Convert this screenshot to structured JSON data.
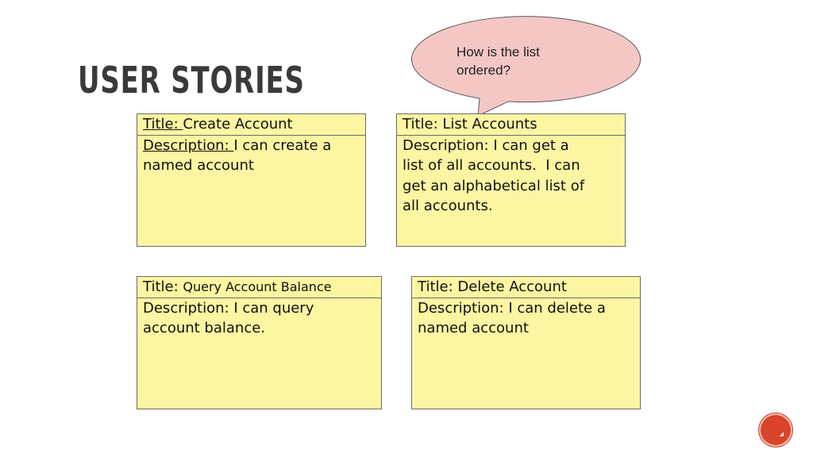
{
  "slide": {
    "title": "USER STORIES"
  },
  "callout": {
    "line1": "How is the list",
    "line2": "ordered?"
  },
  "cards": [
    {
      "title_label": "Title: ",
      "title_value": "Create Account",
      "desc_label": "Description: ",
      "desc_lines": [
        "I can create a",
        "named account"
      ]
    },
    {
      "title_label": "Title: ",
      "title_value": "List Accounts",
      "desc_label": "Description: ",
      "desc_lines": [
        "I can get a",
        "list of all accounts.  I can",
        "get an alphabetical list of",
        "all accounts."
      ]
    },
    {
      "title_label": "Title: ",
      "title_value": "Query Account Balance",
      "desc_label": "Description: ",
      "desc_lines": [
        "I can query",
        "account balance."
      ]
    },
    {
      "title_label": "Title: ",
      "title_value": "Delete Account",
      "desc_label": "Description: ",
      "desc_lines": [
        "I can delete a",
        "named account"
      ]
    }
  ],
  "nav": {
    "icon": "slide-number-button",
    "label": "◢"
  },
  "colors": {
    "card": "#fcf5a2",
    "bubble": "#f4c7c5",
    "accent": "#d9442a"
  }
}
